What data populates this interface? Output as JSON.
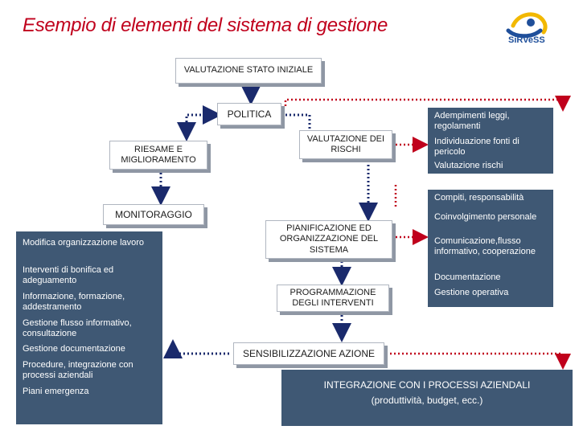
{
  "header": {
    "title": "Esempio di elementi del sistema di gestione"
  },
  "logo": {
    "text": "SiRVeSS"
  },
  "colors": {
    "title": "#c0001c",
    "panel": "#3f5874",
    "connector": "#1a2a6c",
    "arrow": "#c0001c"
  },
  "boxes": {
    "valutazione_iniziale": "VALUTAZIONE STATO INIZIALE",
    "politica": "POLITICA",
    "riesame": "RIESAME E MIGLIORAMENTO",
    "valutazione_rischi": "VALUTAZIONE DEI RISCHI",
    "monitoraggio": "MONITORAGGIO",
    "pianificazione": "PIANIFICAZIONE ED ORGANIZZAZIONE DEL SISTEMA",
    "programmazione": "PROGRAMMAZIONE DEGLI INTERVENTI",
    "sensibilizzazione": "SENSIBILIZZAZIONE AZIONE"
  },
  "left_panel": {
    "items": [
      "Modifica organizzazione lavoro",
      "Interventi di bonifica ed adeguamento",
      "Informazione, formazione, addestramento",
      "Gestione flusso informativo, consultazione",
      "Gestione documentazione",
      "Procedure, integrazione con processi aziendali",
      "Piani emergenza"
    ]
  },
  "right_panel_top": {
    "items": [
      "Adempimenti leggi, regolamenti",
      "Individuazione fonti di pericolo",
      "Valutazione rischi"
    ]
  },
  "right_panel_bottom": {
    "items": [
      "Compiti, responsabilità",
      "Coinvolgimento personale",
      "Comunicazione,flusso informativo, cooperazione",
      "Documentazione",
      "Gestione operativa"
    ]
  },
  "integration": {
    "line1": "INTEGRAZIONE CON I PROCESSI AZIENDALI",
    "line2": "(produttività, budget, ecc.)"
  }
}
